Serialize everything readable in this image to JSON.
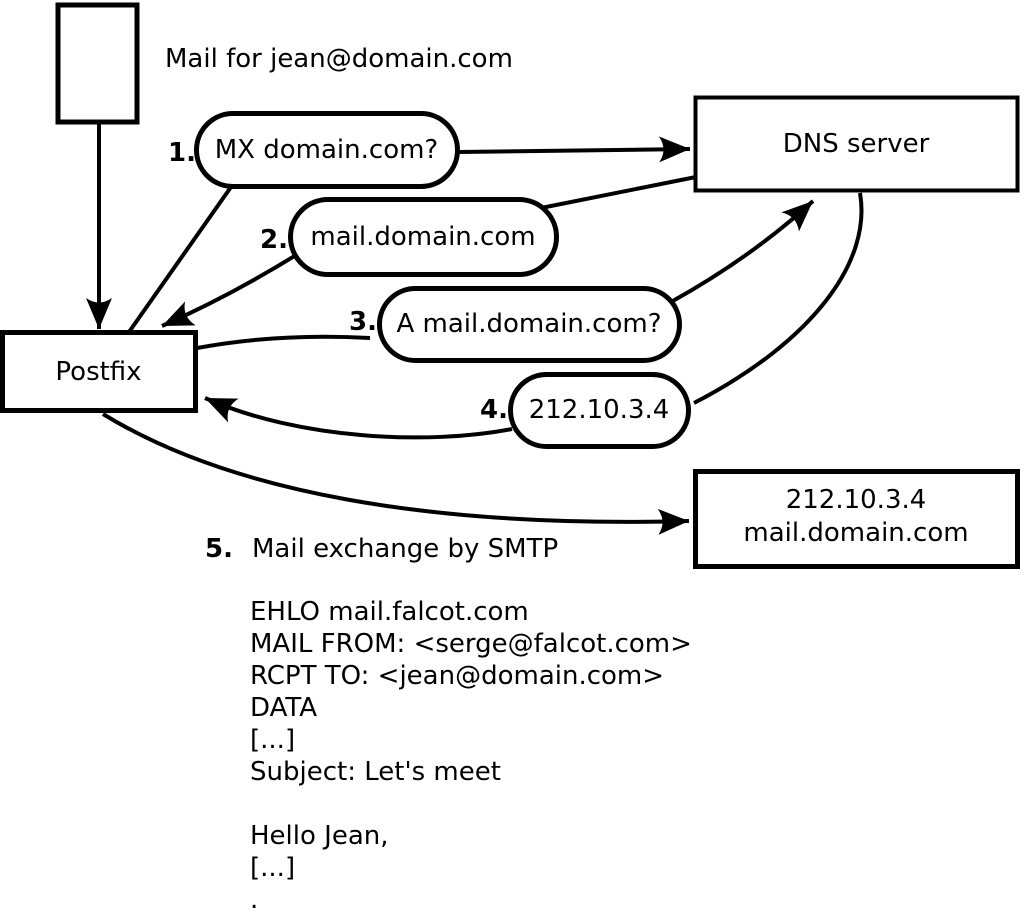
{
  "colors": {
    "ink": "#000000",
    "paper": "#ffffff"
  },
  "title": "Mail for jean@domain.com",
  "nodes": {
    "sender_icon": "mail-message",
    "postfix": "Postfix",
    "dns": "DNS server",
    "mailserver": {
      "line1": "212.10.3.4",
      "line2": "mail.domain.com"
    }
  },
  "steps": [
    {
      "number": "1.",
      "label": "MX domain.com?"
    },
    {
      "number": "2.",
      "label": "mail.domain.com"
    },
    {
      "number": "3.",
      "label": "A mail.domain.com?"
    },
    {
      "number": "4.",
      "label": "212.10.3.4"
    },
    {
      "number": "5.",
      "label": "Mail exchange by SMTP"
    }
  ],
  "smtp": {
    "lines": [
      "EHLO mail.falcot.com",
      "MAIL FROM: <serge@falcot.com>",
      "RCPT TO: <jean@domain.com>",
      "DATA",
      "[...]",
      "Subject: Let's meet",
      "",
      "Hello Jean,",
      "[...]",
      "."
    ]
  }
}
